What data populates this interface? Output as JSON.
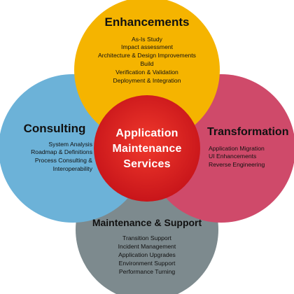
{
  "colors": {
    "enhancements": "#f5b400",
    "consulting": "#6cb2d8",
    "transformation": "#cf4a6a",
    "maintenance": "#7d8a8e",
    "center": "#e2231a"
  },
  "enhancements": {
    "title": "Enhancements",
    "items": [
      "As-Is Study",
      "Impact assessment",
      "Architecture & Design Improvements",
      "Build",
      "Verification & Validation",
      "Deployment & Integration"
    ]
  },
  "consulting": {
    "title": "Consulting",
    "items": [
      "System Analysis",
      "Roadmap & Definitions",
      "Process Consulting &",
      "Interoperability"
    ]
  },
  "transformation": {
    "title": "Transformation",
    "items": [
      "Application Migration",
      "UI Enhancements",
      "Reverse Engineering"
    ]
  },
  "maintenance": {
    "title": "Maintenance & Support",
    "items": [
      "Transition Support",
      "Incident Management",
      "Application Upgrades",
      "Environment Support",
      "Performance Turning"
    ]
  },
  "center": {
    "lines": [
      "Application",
      "Maintenance",
      "Services"
    ]
  }
}
